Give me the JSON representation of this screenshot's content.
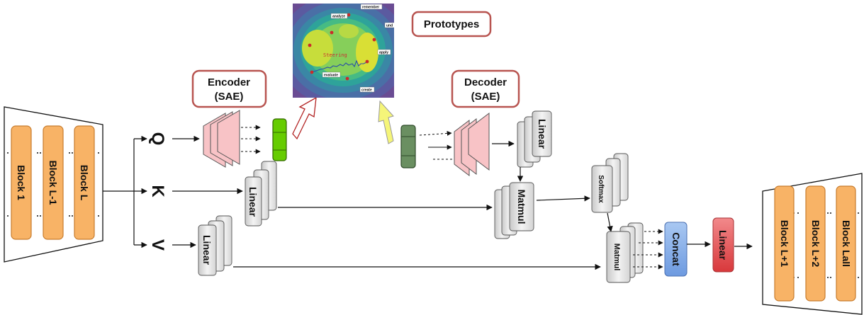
{
  "left_stack": {
    "blocks": [
      "Block 1",
      "Block L-1",
      "Block L"
    ]
  },
  "right_stack": {
    "blocks": [
      "Block L+1",
      "Block L+2",
      "Block Lall"
    ]
  },
  "qkv": {
    "q": "Q",
    "k": "K",
    "v": "V"
  },
  "encoder": {
    "line1": "Encoder",
    "line2": "(SAE)"
  },
  "decoder": {
    "line1": "Decoder",
    "line2": "(SAE)"
  },
  "prototypes_label": "Prototypes",
  "heatmap": {
    "labels": {
      "remember": "remember",
      "understand": "und",
      "analyze": "analyze",
      "apply": "apply",
      "evaluate": "evaluate",
      "create": "create"
    },
    "steering": "Steering"
  },
  "ops": {
    "linear_k": "Linear",
    "linear_v": "Linear",
    "linear_dec": "Linear",
    "matmul1": "Matmul",
    "softmax": "Softmax",
    "matmul2": "Matmul",
    "concat": "Concat",
    "linear_out": "Linear"
  },
  "colors": {
    "block_fill": "#f8b366",
    "block_stroke": "#c77c2e",
    "sae_fill": "#f8c3c6",
    "latent_green": "#66cc00",
    "latent_dark": "#6a8f61",
    "concat_blue": "#8fb5ea",
    "linear_red": "#e8585b",
    "title_border": "#b85450"
  }
}
